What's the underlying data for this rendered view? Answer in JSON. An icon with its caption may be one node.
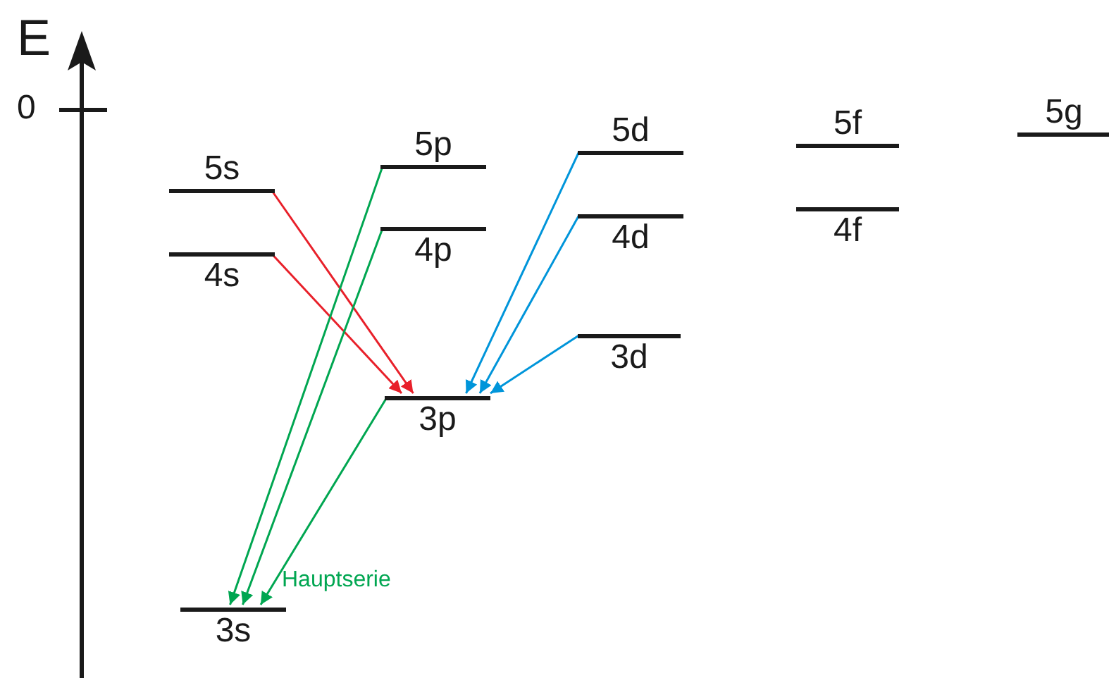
{
  "diagram": {
    "nodes": [
      {
        "text": [
          "5s"
        ]
      },
      {
        "text": [
          "4s"
        ]
      },
      {
        "text": [
          "5p"
        ]
      },
      {
        "text": [
          "4p"
        ]
      },
      {
        "text": [
          "3p"
        ]
      },
      {
        "text": [
          "5d"
        ]
      },
      {
        "text": [
          "4d"
        ]
      },
      {
        "text": [
          "3d"
        ]
      },
      {
        "text": [
          "5f"
        ]
      },
      {
        "text": [
          "4f"
        ]
      },
      {
        "text": [
          "5g"
        ]
      },
      {
        "text": [
          "3s"
        ]
      }
    ],
    "edges": [
      {
        "from": 0,
        "to": 4,
        "arrow": "to",
        "color": "#e8202a"
      },
      {
        "from": 1,
        "to": 4,
        "arrow": "to",
        "color": "#e8202a"
      },
      {
        "from": 2,
        "to": 11,
        "arrow": "to",
        "color": "#00a651"
      },
      {
        "from": 3,
        "to": 11,
        "arrow": "to",
        "color": "#00a651"
      },
      {
        "from": 4,
        "to": 11,
        "arrow": "to",
        "color": "#00a651"
      },
      {
        "from": 5,
        "to": 4,
        "arrow": "to",
        "color": "#0095da"
      },
      {
        "from": 6,
        "to": 4,
        "arrow": "to",
        "color": "#0095da"
      },
      {
        "from": 7,
        "to": 4,
        "arrow": "to",
        "color": "#0095da"
      }
    ],
    "labels": [
      "E",
      "0",
      "Hauptserie"
    ]
  }
}
